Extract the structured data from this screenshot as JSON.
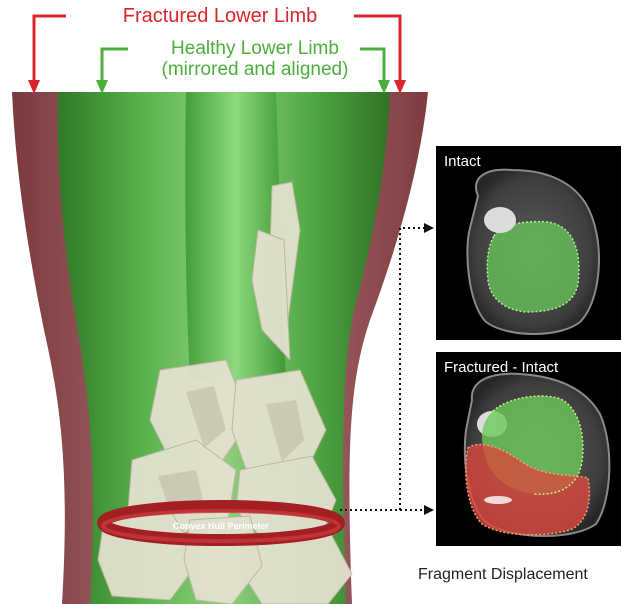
{
  "labels": {
    "fractured_limb": "Fractured Lower Limb",
    "healthy_limb_line1": "Healthy Lower Limb",
    "healthy_limb_line2": "(mirrored and aligned)",
    "convex_hull": "Convex Hull Perimeter",
    "panel_intact": "Intact",
    "panel_fractured": "Fractured - Intact",
    "caption": "Fragment Displacement"
  },
  "colors": {
    "fractured": "#d9252b",
    "healthy": "#4caf3c",
    "bone": "#e7e2d3",
    "ct_background": "#000000"
  }
}
